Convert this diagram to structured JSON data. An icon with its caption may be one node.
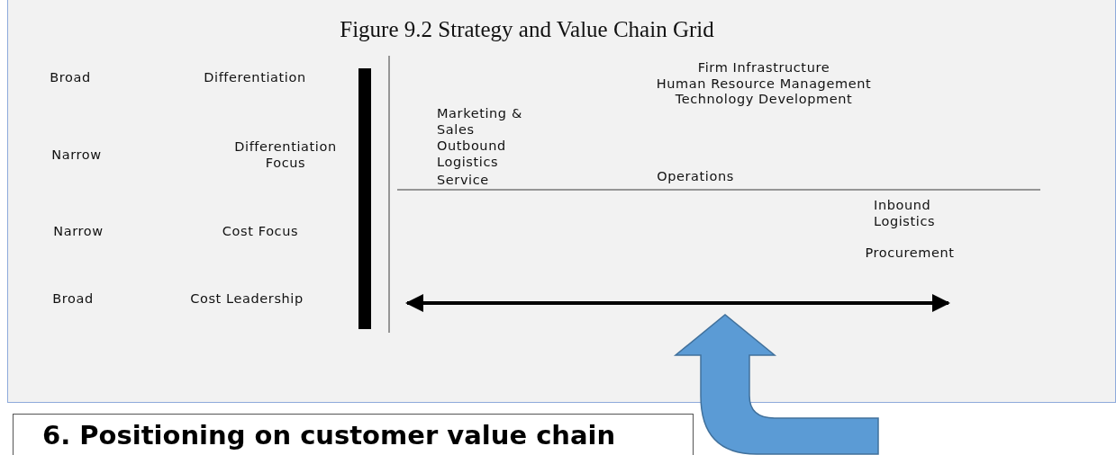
{
  "diagram": {
    "title": "Figure 9.2 Strategy and Value Chain Grid",
    "nodes": [
      {
        "text": [],
        "shape": "bar"
      },
      {
        "text": [
          "6. Positioning on customer value chain"
        ]
      }
    ],
    "labels": [
      "Broad",
      "Differentiation",
      "Firm Infrastructure",
      "Human Resource Management",
      "Technology Development",
      "Marketing & Sales",
      "Narrow",
      "Differentiation Focus",
      "Outbound Logistics",
      "Service",
      "Operations",
      "Inbound Logistics",
      "Narrow",
      "Cost Focus",
      "Procurement",
      "Broad",
      "Cost Leadership"
    ]
  }
}
